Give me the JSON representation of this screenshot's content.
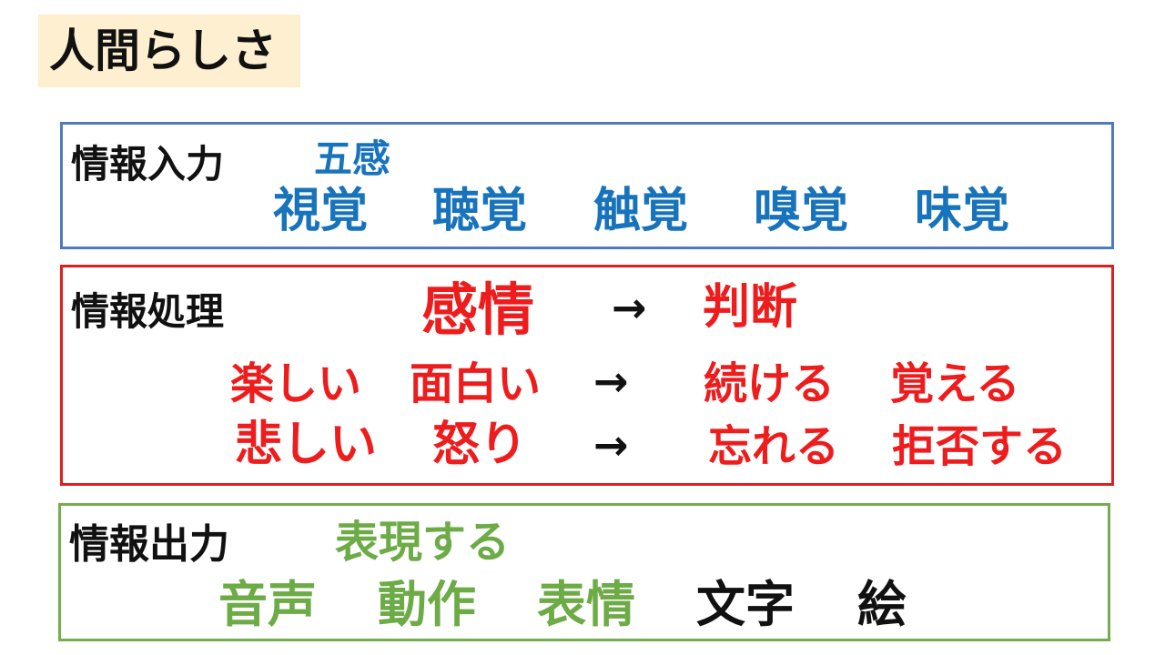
{
  "title": "人間らしさ",
  "input": {
    "header": "情報入力",
    "subtitle": "五感",
    "senses": [
      "視覚",
      "聴覚",
      "触覚",
      "嗅覚",
      "味覚"
    ],
    "colors": {
      "accent": "#1873bd",
      "border": "#4f7bbd"
    }
  },
  "process": {
    "header": "情報処理",
    "emotion": "感情",
    "arrow": "→",
    "judgment": "判断",
    "row1": {
      "left": [
        "楽しい",
        "面白い"
      ],
      "arrow": "→",
      "right": [
        "続ける",
        "覚える"
      ]
    },
    "row2": {
      "left": [
        "悲しい",
        "怒り"
      ],
      "arrow": "→",
      "right": [
        "忘れる",
        "拒否する"
      ]
    },
    "colors": {
      "accent": "#ee1c1c",
      "border": "#e01e1e"
    }
  },
  "output": {
    "header": "情報出力",
    "subtitle": "表現する",
    "items_green": [
      "音声",
      "動作",
      "表情"
    ],
    "items_black": [
      "文字",
      "絵"
    ],
    "colors": {
      "accent": "#6cab45",
      "border": "#73ad4c"
    }
  }
}
